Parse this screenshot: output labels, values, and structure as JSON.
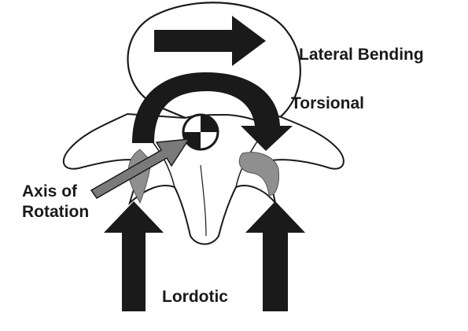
{
  "labels": {
    "lateral_bending": "Lateral Bending",
    "torsional": "Torsional",
    "axis_line1": "Axis of",
    "axis_line2": "Rotation",
    "lordotic": "Lordotic"
  },
  "icons": {
    "lateral_arrow": "right-arrow",
    "torsion_arrow": "curved-rotation-arrow",
    "axis_marker": "center-of-rotation-quadrant-circle",
    "axis_pointer": "diagonal-arrow",
    "lordotic_arrows": "up-arrow"
  },
  "colors": {
    "ink": "#1a1a1a",
    "bone_fill": "#ffffff",
    "facet_gray": "#8f8f8f",
    "pointer_gray": "#7a7a7a"
  }
}
